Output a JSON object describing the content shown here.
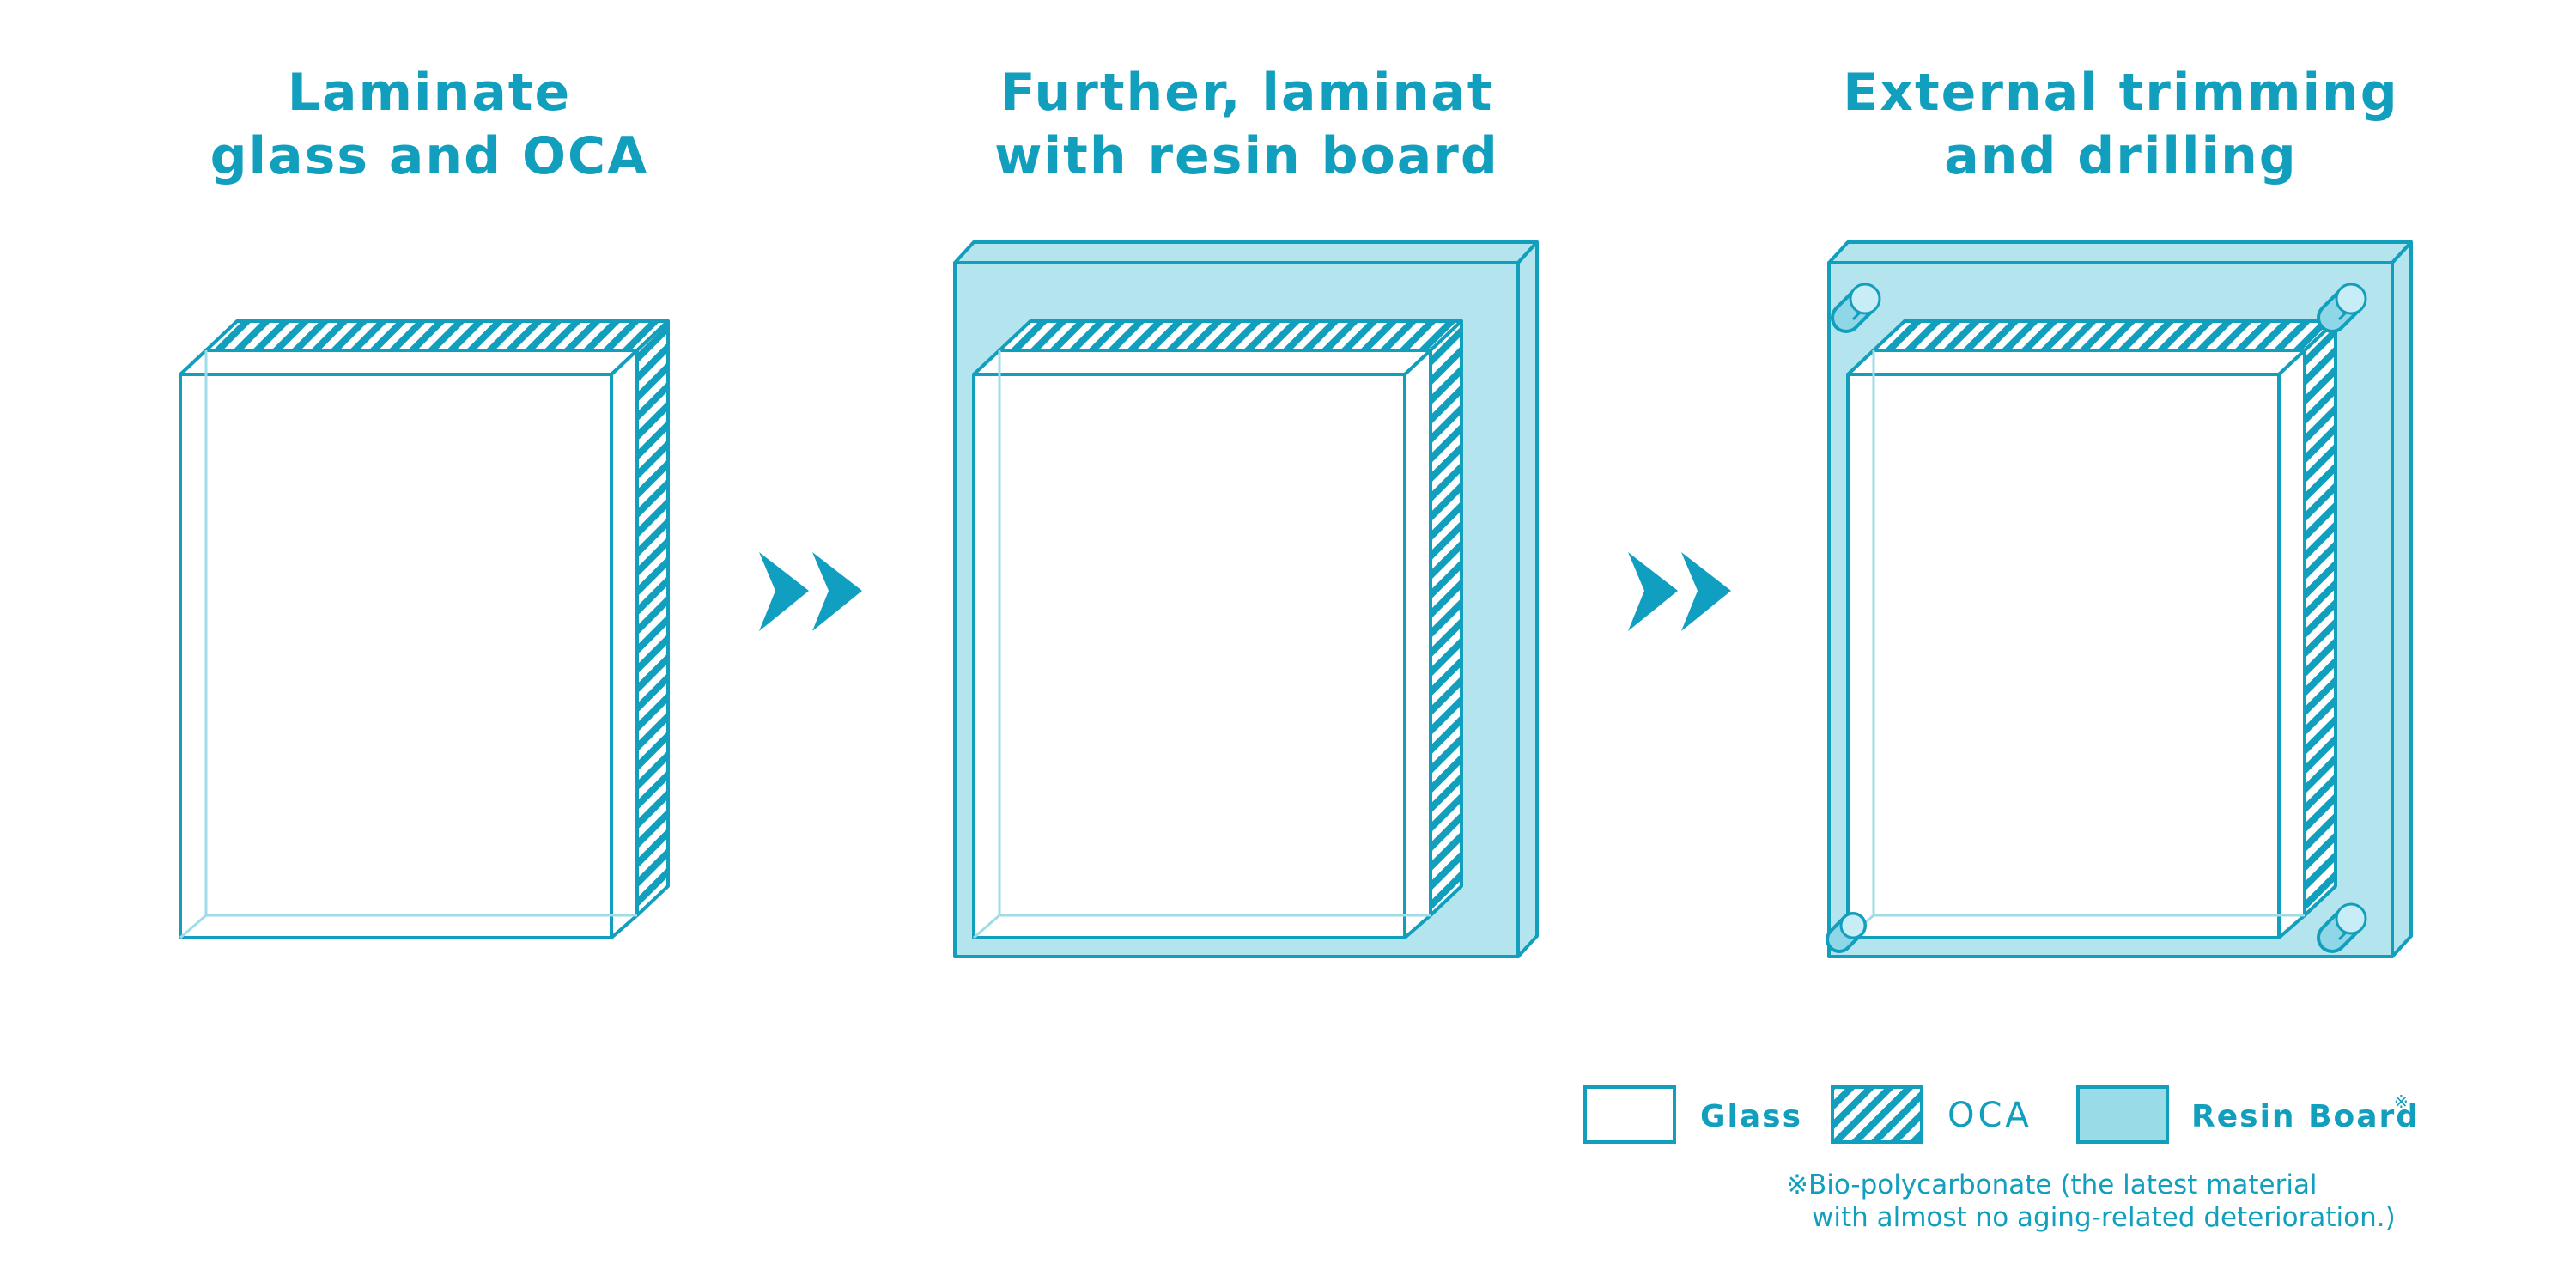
{
  "steps": [
    {
      "title_line1": "Laminate",
      "title_line2": "glass and OCA"
    },
    {
      "title_line1": "Further, laminat",
      "title_line2": "with resin board"
    },
    {
      "title_line1": "External trimming",
      "title_line2": "and drilling"
    }
  ],
  "legend": {
    "glass": "Glass",
    "oca": "OCA",
    "resin": "Resin Board",
    "resin_mark": "※"
  },
  "note": {
    "line1": "※Bio-polycarbonate (the latest material",
    "line2": "with almost no aging-related deterioration.)"
  },
  "colors": {
    "accent": "#129fbd",
    "resin_fill": "#b4e5ef",
    "glass_fill": "#ffffff",
    "arrow": "#109fc1"
  }
}
